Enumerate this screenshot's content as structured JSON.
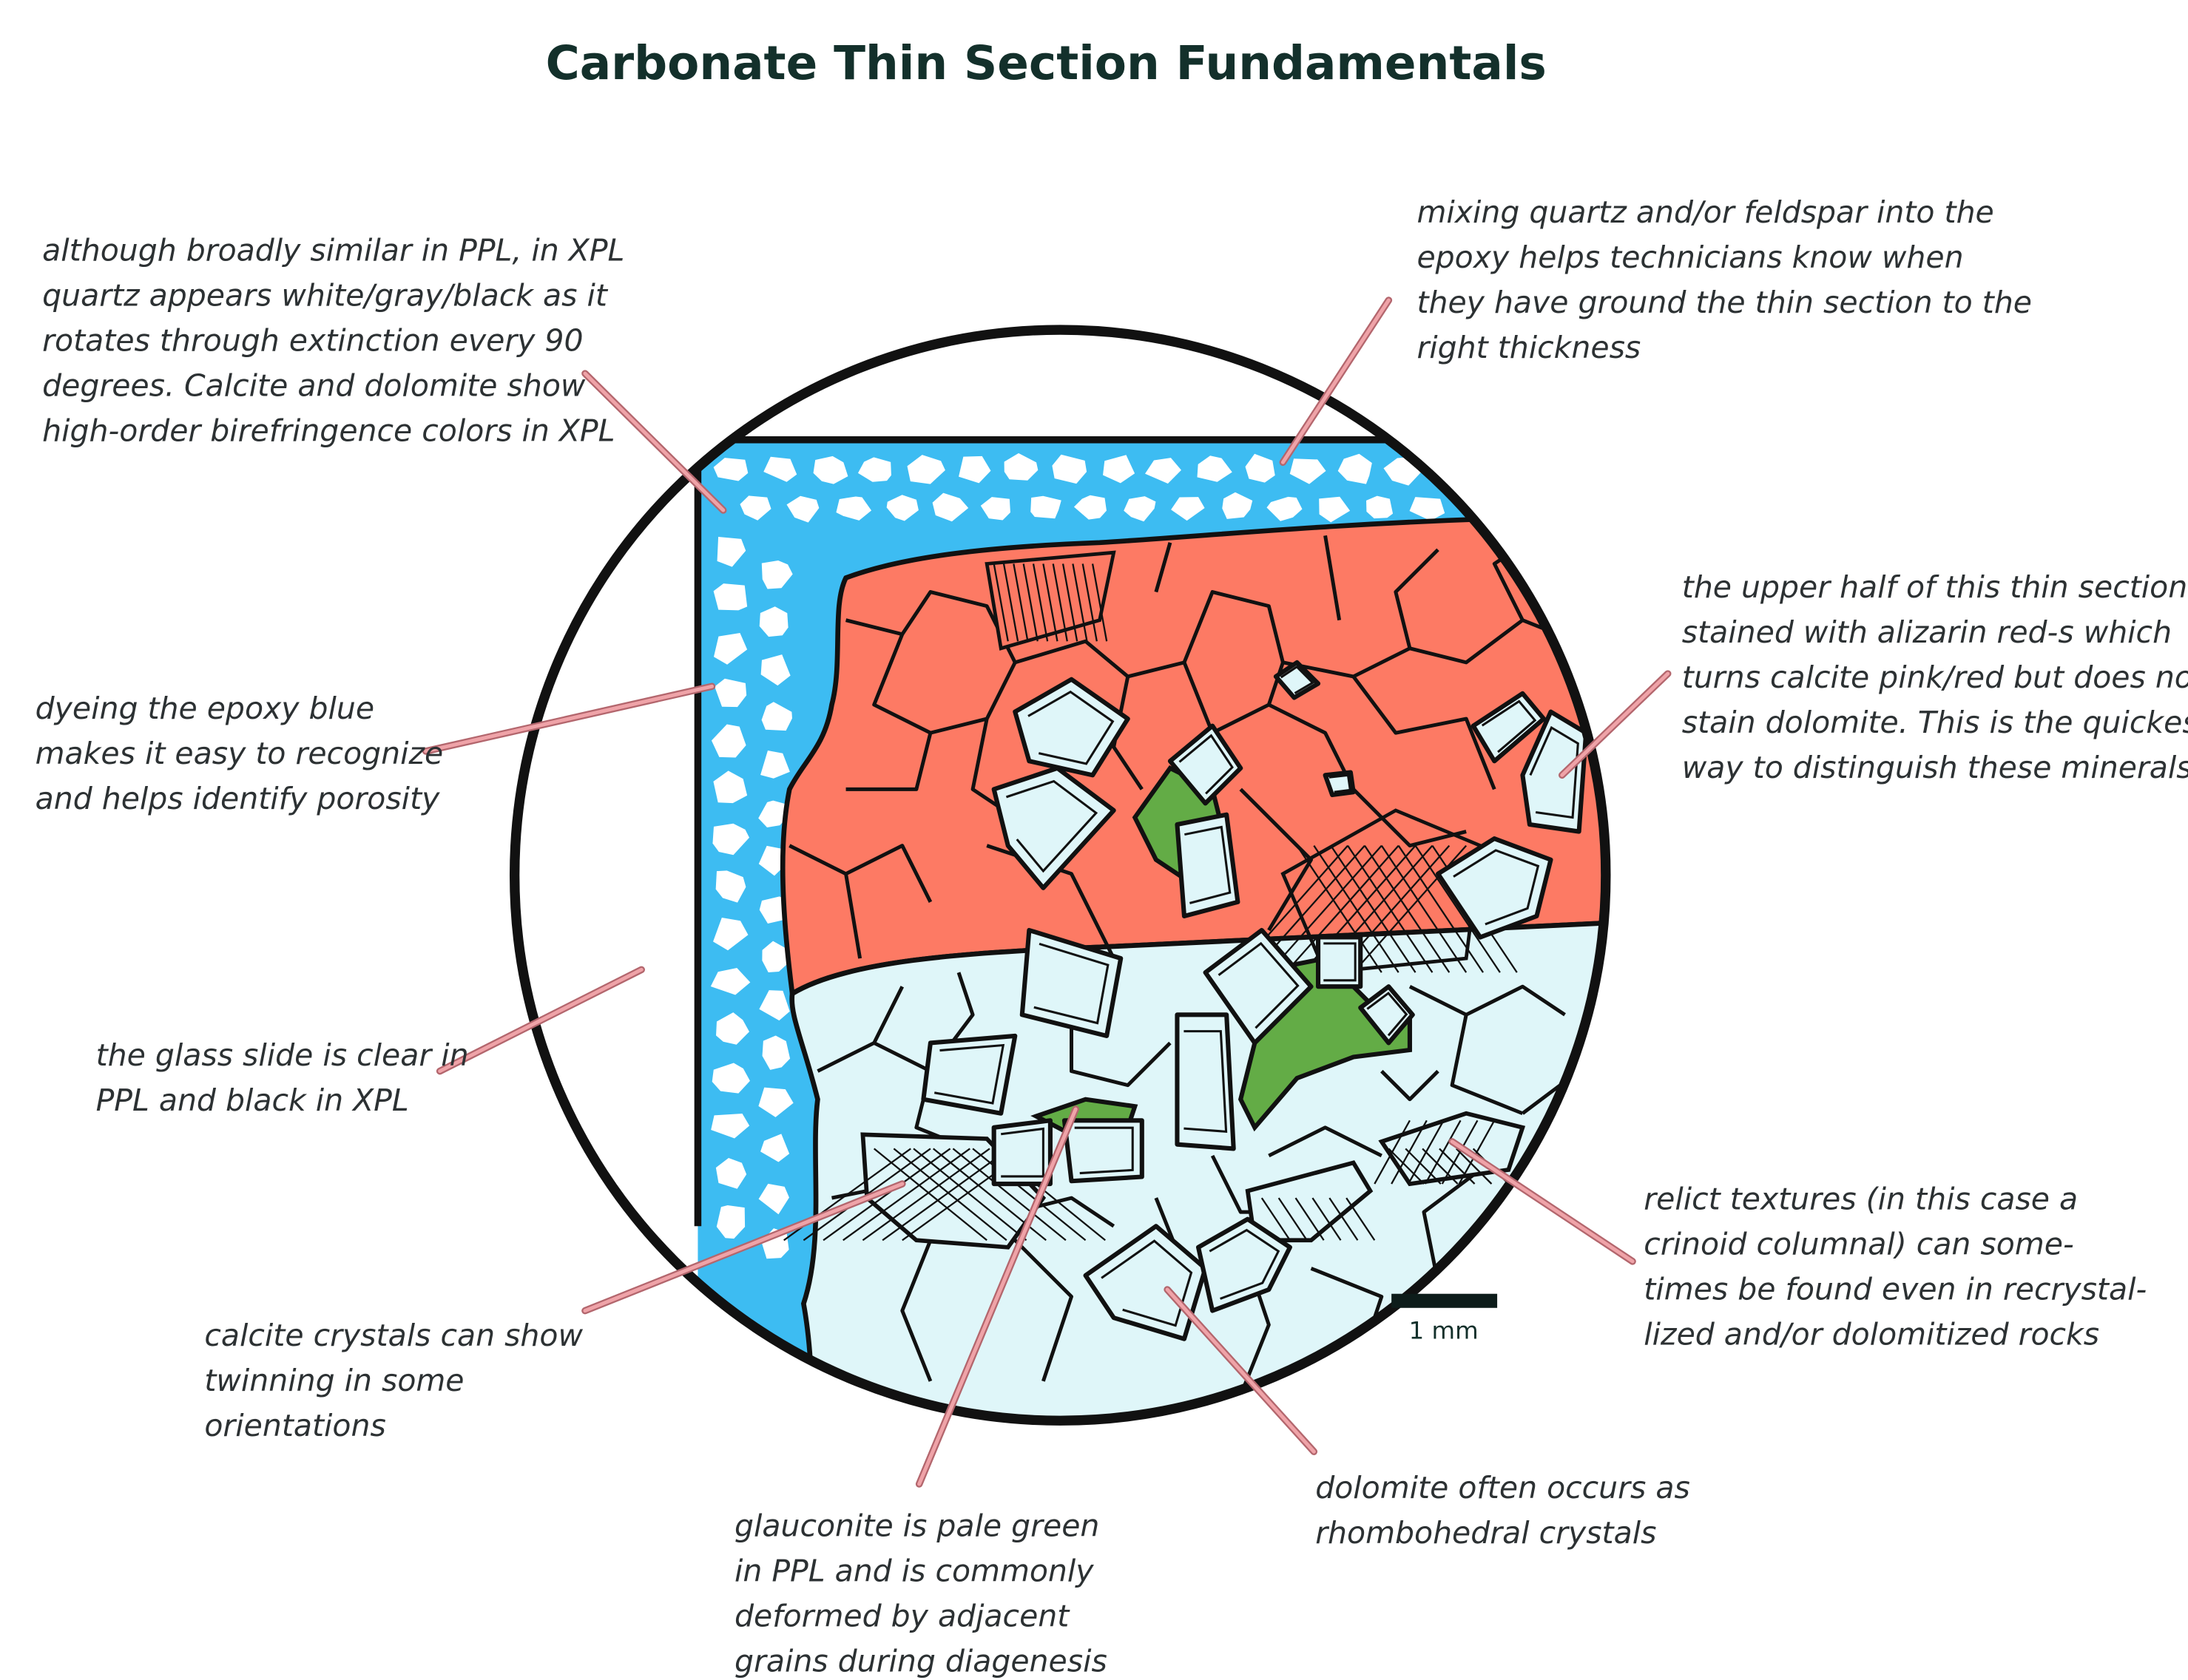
{
  "title": "Carbonate Thin Section Fundamentals",
  "scale_bar": {
    "label": "1 mm"
  },
  "colors": {
    "epoxy_blue": "#3dbcf2",
    "calcite_stained": "#fd7a64",
    "unstained": "#dff6f9",
    "glauconite": "#63ac46",
    "leader": "#e8959a",
    "outline": "#111111"
  },
  "annotations": {
    "quartz": [
      "although broadly similar in PPL, in XPL",
      "quartz appears white/gray/black as it",
      "rotates through extinction every 90",
      "degrees.  Calcite and dolomite show",
      "high-order birefringence colors in XPL"
    ],
    "epoxy_blue": [
      "dyeing the epoxy blue",
      "makes it easy to recognize",
      "and helps identify porosity"
    ],
    "glass_slide": [
      "the glass slide is clear in",
      "PPL and black in XPL"
    ],
    "calcite_twinning": [
      "calcite crystals can show",
      "twinning in some",
      "orientations"
    ],
    "glauconite": [
      "glauconite is pale green",
      "in PPL and is commonly",
      "deformed by adjacent",
      "grains during diagenesis"
    ],
    "dolomite": [
      "dolomite often occurs as",
      "rhombohedral crystals"
    ],
    "relict": [
      "relict textures (in this case a",
      "crinoid columnal) can some-",
      "times be found even in recrystal-",
      "lized and/or dolomitized rocks"
    ],
    "alizarin": [
      "the upper half of this thin section is",
      "stained with alizarin red-s which",
      "turns calcite pink/red but does not",
      "stain dolomite.  This is the quickest",
      "way to distinguish these minerals"
    ],
    "mixing_quartz": [
      "mixing quartz and/or feldspar into the",
      "epoxy helps technicians know when",
      "they have ground the thin section to the",
      "right thickness"
    ]
  }
}
